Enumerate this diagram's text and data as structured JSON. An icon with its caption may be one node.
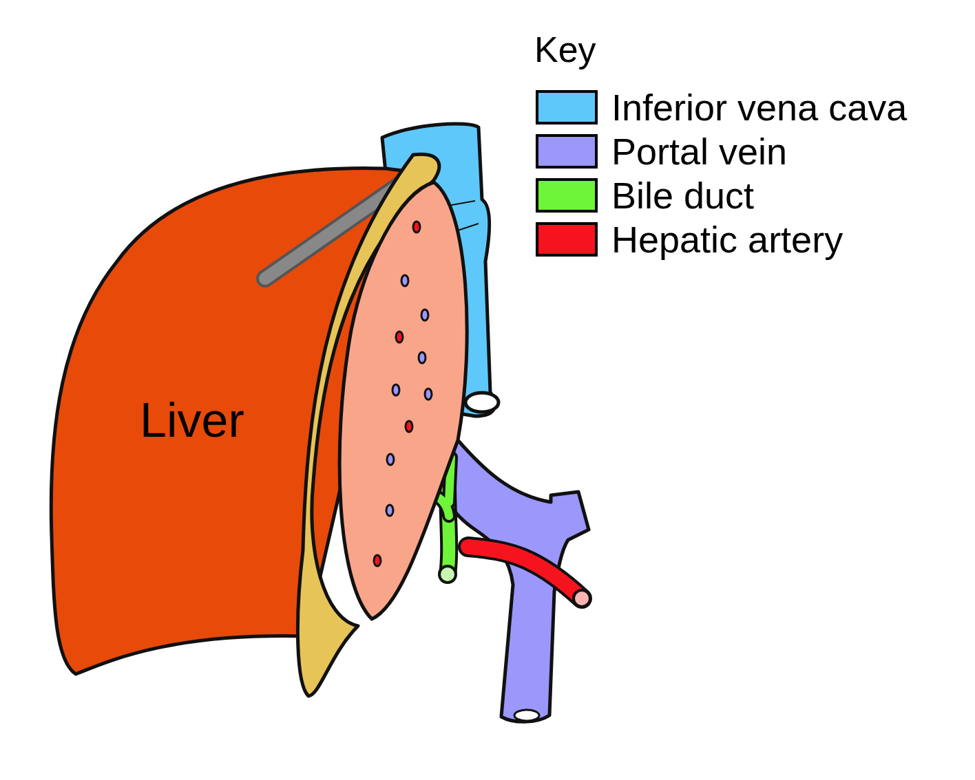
{
  "diagram": {
    "labels": [
      "Key",
      "Liver"
    ],
    "legend": [
      {
        "text": "Inferior vena cava",
        "color": "#5ec8fa"
      },
      {
        "text": "Portal vein",
        "color": "#9b97fb"
      },
      {
        "text": "Bile duct",
        "color": "#6ef53a"
      },
      {
        "text": "Hepatic artery",
        "color": "#f5141e"
      }
    ]
  }
}
